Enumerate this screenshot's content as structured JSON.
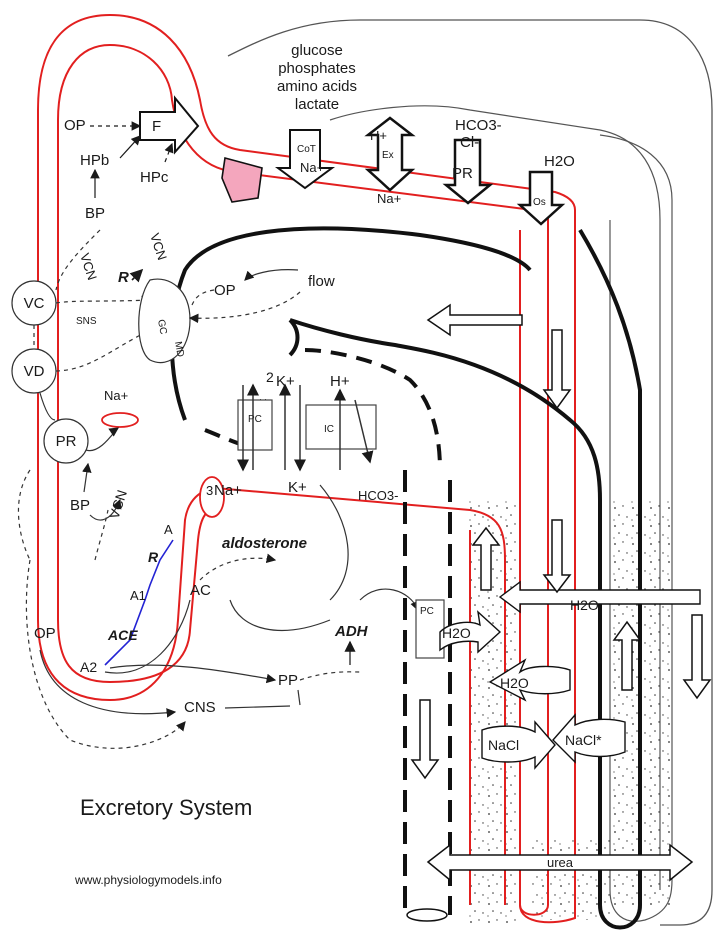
{
  "title": "Excretory System",
  "footer_url": "www.physiologymodels.info",
  "colors": {
    "tubule_red": "#e21f1f",
    "raas_blue": "#2323d4",
    "lesion_pink": "#f4a6bd",
    "line": "#1a1a1a"
  },
  "solutes": [
    "glucose",
    "phosphates",
    "amino acids",
    "lactate"
  ],
  "transporters": {
    "cot": "CoT",
    "na1": "Na+",
    "ex": "Ex",
    "h1": "H+",
    "na2": "Na+",
    "pr1": "PR",
    "hco3a": "HCO3-",
    "cl": "Cl-",
    "h2o_top": "H2O",
    "os": "Os"
  },
  "glomerulus": {
    "op1": "OP",
    "f": "F",
    "hpb": "HPb",
    "hpc": "HPc",
    "bp1": "BP",
    "vcn1": "VCN",
    "r1": "R",
    "vcn2": "VCN",
    "sns": "SNS",
    "vc": "VC",
    "vd": "VD",
    "gc": "GC",
    "md": "MD",
    "op2": "OP",
    "flow": "flow",
    "na3": "Na+",
    "pr2": "PR"
  },
  "distal": {
    "k1": "K+",
    "h2": "H+",
    "two": "2",
    "pc1": "PC",
    "ic": "IC",
    "stars1": "**",
    "star2": "*",
    "three": "3",
    "na4": "Na+",
    "k2": "K+",
    "hco3b": "HCO3-",
    "aldosterone": "aldosterone"
  },
  "raas": {
    "bp2": "BP",
    "vcn3": "VCN",
    "a": "A",
    "r2": "R",
    "a1": "A1",
    "ace": "ACE",
    "a2": "A2",
    "op3": "OP",
    "ac": "AC",
    "adh": "ADH",
    "pp": "PP",
    "cns": "CNS"
  },
  "collecting": {
    "pc2": "PC",
    "h2o_a": "H2O",
    "h2o_b": "H2O",
    "h2o_c": "H2O",
    "nacl_a": "NaCl",
    "nacl_b": "NaCl*",
    "urea": "urea"
  }
}
